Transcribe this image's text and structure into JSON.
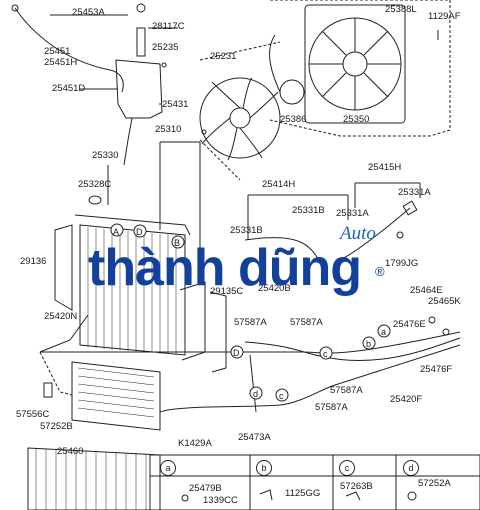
{
  "watermark": {
    "top": "Auto",
    "main": "thành dũng",
    "registered": "®"
  },
  "labels": {
    "p25453A": "25453A",
    "p28117C": "28117C",
    "p25235": "25235",
    "p25451": "25451",
    "p25451H": "25451H",
    "p25451D": "25451D",
    "p25431": "25431",
    "p25388L": "25388L",
    "p1129AF": "1129AF",
    "p25231": "25231",
    "p25386": "25386",
    "p25350": "25350",
    "p25310": "25310",
    "p25330": "25330",
    "p25328C": "25328C",
    "p25414H": "25414H",
    "p25415H": "25415H",
    "p25331B_1": "25331B",
    "p25331A_1": "25331A",
    "p25331A_2": "25331A",
    "p25331B_2": "25331B",
    "p29136": "29136",
    "p1799JG": "1799JG",
    "p29135C": "29135C",
    "p25420B": "25420B",
    "p25464E": "25464E",
    "p25465K": "25465K",
    "p25420N": "25420N",
    "p57587A_1": "57587A",
    "p57587A_2": "57587A",
    "p25476E": "25476E",
    "p25476F": "25476F",
    "p57587A_3": "57587A",
    "p57587A_4": "57587A",
    "p25420F": "25420F",
    "p57556C": "57556C",
    "p57252B": "57252B",
    "pK1429A": "K1429A",
    "p25473A": "25473A",
    "p25460": "25460"
  },
  "callouts": {
    "a": "a",
    "b": "b",
    "c": "c",
    "d": "d",
    "A": "A",
    "B": "B",
    "D": "D"
  },
  "legend": {
    "a": {
      "key": "a",
      "parts": [
        "25479B",
        "1339CC"
      ]
    },
    "b": {
      "key": "b",
      "parts": [
        "1125GG"
      ]
    },
    "c": {
      "key": "c",
      "parts": [
        "57263B"
      ]
    },
    "d": {
      "key": "d",
      "parts": [
        "57252A"
      ]
    }
  }
}
